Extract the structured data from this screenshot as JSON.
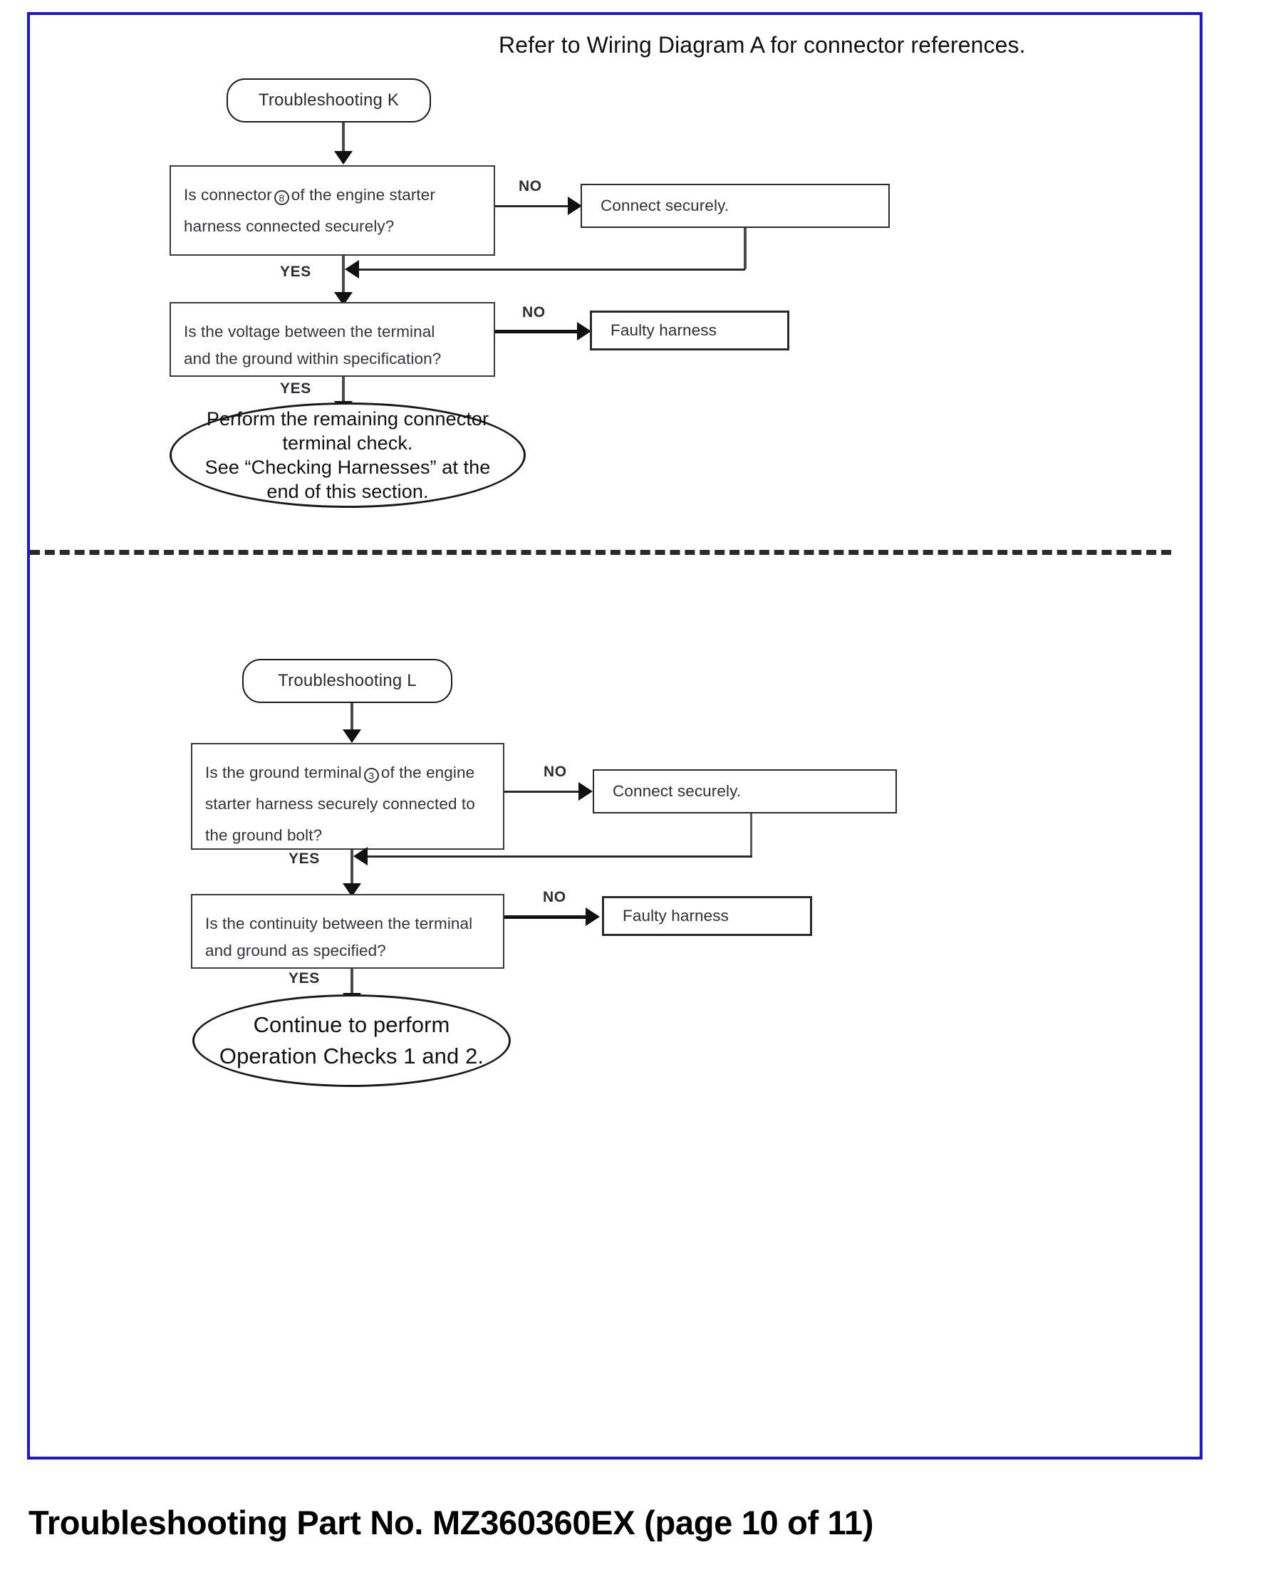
{
  "document": {
    "header_note": "Refer to Wiring Diagram A for connector references.",
    "footer": "Troubleshooting Part No. MZ360360EX (page 10 of 11)",
    "border_color": "#1a18d6"
  },
  "section_k": {
    "start": {
      "label": "Troubleshooting K"
    },
    "decision1": {
      "line1_before": "Is  connector",
      "connector_ref": "8",
      "line1_after": "of  the  engine  starter",
      "line2": "harness  connected  securely?",
      "no_label": "NO",
      "yes_label": "YES"
    },
    "action1": {
      "label": "Connect securely."
    },
    "decision2": {
      "line1": "Is the voltage between the terminal",
      "line2": "and the ground within specification?",
      "no_label": "NO",
      "yes_label": "YES"
    },
    "action2": {
      "label": "Faulty harness"
    },
    "terminal": {
      "line1": "Perform the remaining connector",
      "line2": "terminal check.",
      "line3": "See “Checking Harnesses” at the",
      "line4": "end of this section."
    }
  },
  "section_l": {
    "start": {
      "label": "Troubleshooting L"
    },
    "decision1": {
      "line1_before": "Is the ground terminal",
      "connector_ref": "3",
      "line1_after": "of the engine",
      "line2": "starter harness securely connected to",
      "line3": "the ground bolt?",
      "no_label": "NO",
      "yes_label": "YES"
    },
    "action1": {
      "label": "Connect securely."
    },
    "decision2": {
      "line1": "Is the continuity between the terminal",
      "line2": "and ground as specified?",
      "no_label": "NO",
      "yes_label": "YES"
    },
    "action2": {
      "label": "Faulty harness"
    },
    "terminal": {
      "line1": "Continue to perform",
      "line2": "Operation Checks 1 and 2."
    }
  }
}
